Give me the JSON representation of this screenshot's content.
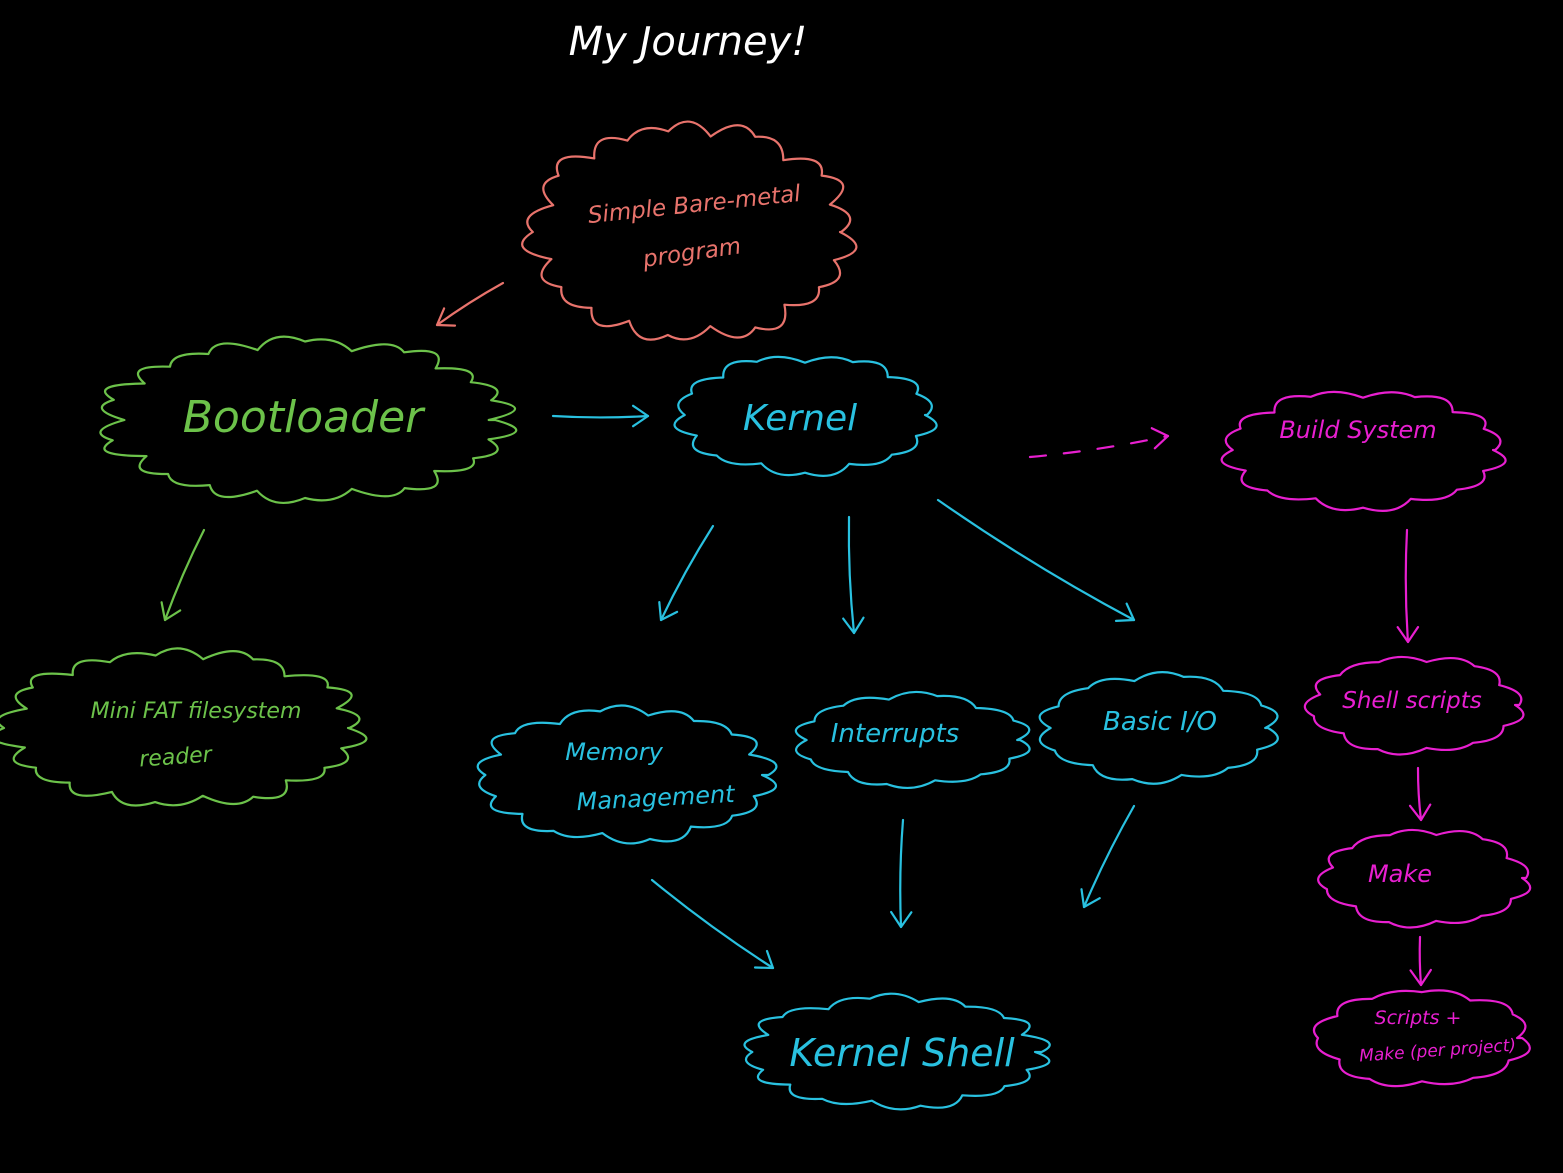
{
  "title": "My Journey!",
  "colors": {
    "background": "#000000",
    "title": "#ffffff",
    "start": "#e8736c",
    "bootloader_branch": "#6cc24a",
    "kernel_branch": "#29c1e0",
    "build_branch": "#e81fd0"
  },
  "nodes": {
    "simple_program": {
      "line1": "Simple  Bare-metal",
      "line2": "program"
    },
    "bootloader": {
      "label": "Bootloader"
    },
    "mini_fat": {
      "line1": "Mini  FAT  filesystem",
      "line2": "reader"
    },
    "kernel": {
      "label": "Kernel"
    },
    "memory": {
      "line1": "Memory",
      "line2": "Management"
    },
    "interrupts": {
      "label": "Interrupts"
    },
    "basic_io": {
      "label": "Basic I/O"
    },
    "kernel_shell": {
      "label": "Kernel Shell"
    },
    "build_system": {
      "label": "Build System"
    },
    "shell_scripts": {
      "label": "Shell  scripts"
    },
    "make": {
      "label": "Make"
    },
    "scripts_make": {
      "line1": "Scripts +",
      "line2": "Make (per project)"
    }
  },
  "edges": [
    {
      "from": "simple_program",
      "to": "bootloader",
      "style": "solid",
      "color": "start"
    },
    {
      "from": "bootloader",
      "to": "kernel",
      "style": "solid",
      "color": "kernel_branch"
    },
    {
      "from": "bootloader",
      "to": "mini_fat",
      "style": "solid",
      "color": "bootloader_branch"
    },
    {
      "from": "kernel",
      "to": "build_system",
      "style": "dashed",
      "color": "build_branch"
    },
    {
      "from": "kernel",
      "to": "memory",
      "style": "solid",
      "color": "kernel_branch"
    },
    {
      "from": "kernel",
      "to": "interrupts",
      "style": "solid",
      "color": "kernel_branch"
    },
    {
      "from": "kernel",
      "to": "basic_io",
      "style": "solid",
      "color": "kernel_branch"
    },
    {
      "from": "memory",
      "to": "kernel_shell",
      "style": "solid",
      "color": "kernel_branch"
    },
    {
      "from": "interrupts",
      "to": "kernel_shell",
      "style": "solid",
      "color": "kernel_branch"
    },
    {
      "from": "basic_io",
      "to": "kernel_shell",
      "style": "solid",
      "color": "kernel_branch"
    },
    {
      "from": "build_system",
      "to": "shell_scripts",
      "style": "solid",
      "color": "build_branch"
    },
    {
      "from": "shell_scripts",
      "to": "make",
      "style": "solid",
      "color": "build_branch"
    },
    {
      "from": "make",
      "to": "scripts_make",
      "style": "solid",
      "color": "build_branch"
    }
  ]
}
